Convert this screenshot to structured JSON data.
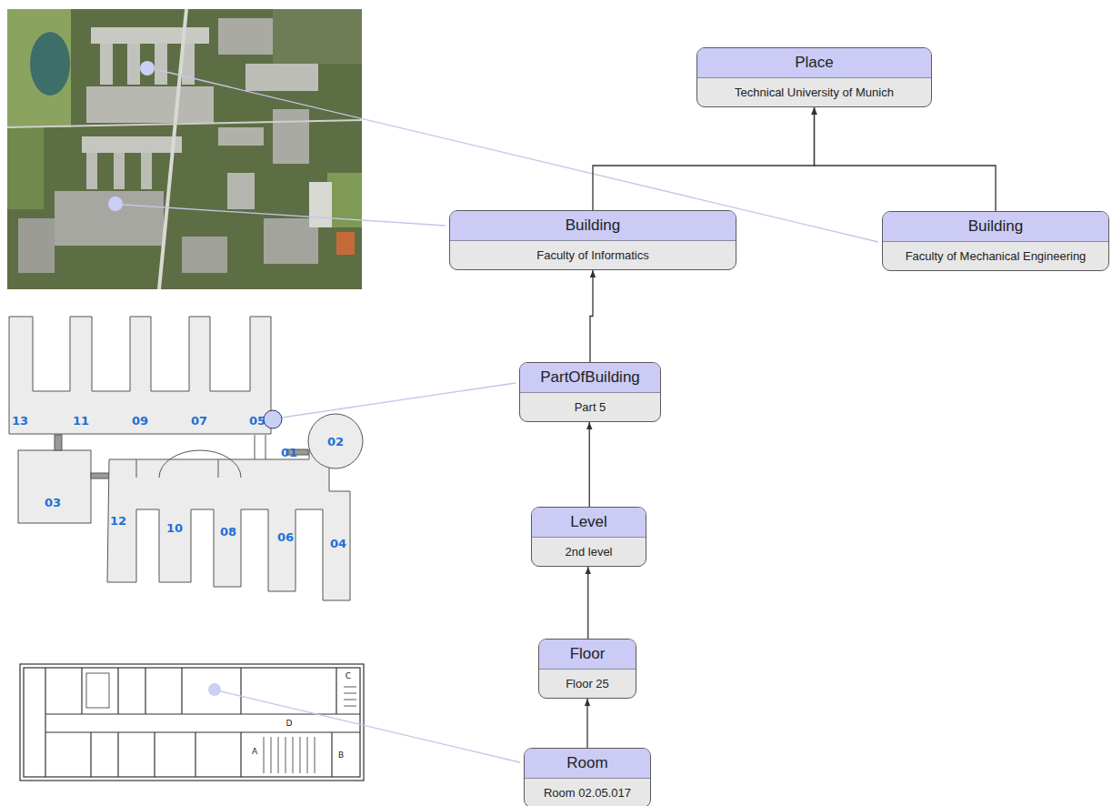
{
  "diagram": {
    "nodes": [
      {
        "text": [
          "Place",
          "Technical University of Munich"
        ]
      },
      {
        "text": [
          "Building",
          "Faculty of Informatics"
        ]
      },
      {
        "text": [
          "Building",
          "Faculty of Mechanical Engineering"
        ]
      },
      {
        "text": [
          "PartOfBuilding",
          "Part 5"
        ]
      },
      {
        "text": [
          "Level",
          "2nd level"
        ]
      },
      {
        "text": [
          "Floor",
          "Floor 25"
        ]
      },
      {
        "text": [
          "Room",
          "Room 02.05.017"
        ]
      }
    ],
    "edges": [
      {
        "from": 1,
        "to": 0,
        "arrow": "to"
      },
      {
        "from": 2,
        "to": 0,
        "arrow": "to"
      },
      {
        "from": 3,
        "to": 1,
        "arrow": "to"
      },
      {
        "from": 4,
        "to": 3,
        "arrow": "to"
      },
      {
        "from": 5,
        "to": 4,
        "arrow": "to"
      },
      {
        "from": 6,
        "to": 5,
        "arrow": "to"
      }
    ],
    "labels": [
      "13",
      "11",
      "09",
      "07",
      "05",
      "02",
      "01",
      "03",
      "12",
      "10",
      "08",
      "06",
      "04",
      "C",
      "D",
      "A",
      "B"
    ]
  }
}
